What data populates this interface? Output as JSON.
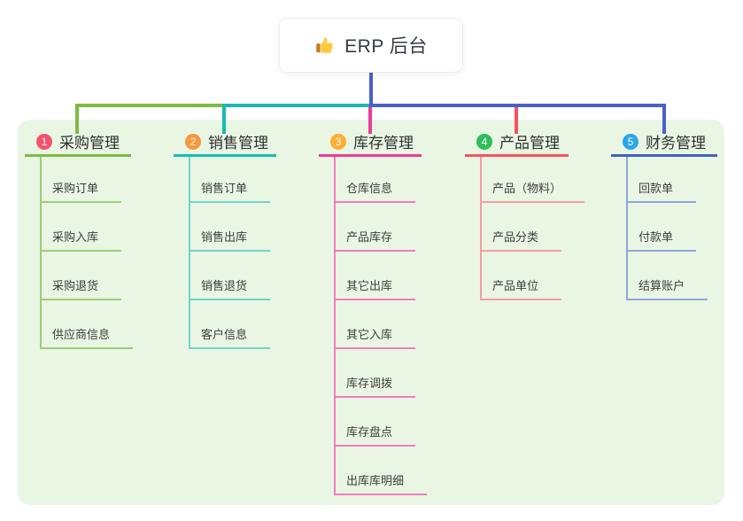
{
  "root": {
    "label": "ERP 后台",
    "icon": "thumbs-up-icon"
  },
  "branches": [
    {
      "index": "1",
      "label": "采购管理",
      "color": "#7CBB44",
      "light": "#9CCD77",
      "badge_color": "#F4536E",
      "items": [
        "采购订单",
        "采购入库",
        "采购退货",
        "供应商信息"
      ]
    },
    {
      "index": "2",
      "label": "销售管理",
      "color": "#19B9B1",
      "light": "#72D2C9",
      "badge_color": "#F8963B",
      "items": [
        "销售订单",
        "销售出库",
        "销售退货",
        "客户信息"
      ]
    },
    {
      "index": "3",
      "label": "库存管理",
      "color": "#EC3C97",
      "light": "#F27DBE",
      "badge_color": "#FFAD33",
      "items": [
        "仓库信息",
        "产品库存",
        "其它出库",
        "其它入库",
        "库存调拨",
        "库存盘点",
        "出库库明细"
      ]
    },
    {
      "index": "4",
      "label": "产品管理",
      "color": "#F8525F",
      "light": "#F79BA1",
      "badge_color": "#2EBE5B",
      "items": [
        "产品（物料）",
        "产品分类",
        "产品单位"
      ]
    },
    {
      "index": "5",
      "label": "财务管理",
      "color": "#4160C2",
      "light": "#8FA6DC",
      "badge_color": "#2BA6E8",
      "items": [
        "回款单",
        "付款单",
        "结算账户"
      ]
    }
  ],
  "connector_color": "#4A5FC8",
  "panel_bg": "#E9F6E3"
}
